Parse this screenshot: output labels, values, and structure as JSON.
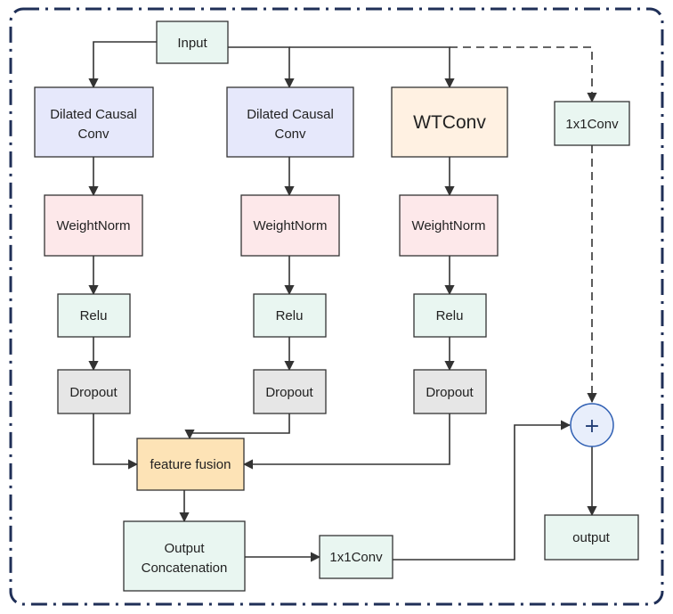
{
  "diagram": {
    "input": "Input",
    "branch1": {
      "conv": [
        "Dilated Causal",
        "Conv"
      ],
      "weightnorm": "WeightNorm",
      "relu": "Relu",
      "dropout": "Dropout"
    },
    "branch2": {
      "conv": [
        "Dilated Causal",
        "Conv"
      ],
      "weightnorm": "WeightNorm",
      "relu": "Relu",
      "dropout": "Dropout"
    },
    "branch3": {
      "conv": "WTConv",
      "weightnorm": "WeightNorm",
      "relu": "Relu",
      "dropout": "Dropout"
    },
    "residual_conv": "1x1Conv",
    "feature_fusion": "feature fusion",
    "output_concat": [
      "Output",
      "Concatenation"
    ],
    "post_conv": "1x1Conv",
    "add_symbol": "+",
    "output": "output"
  },
  "colors": {
    "frame": "#1f2f57",
    "mint": "#e9f6f1",
    "lavender": "#e6e8fb",
    "pink": "#fde8ea",
    "peach": "#fff1e2",
    "gray": "#e6e6e6",
    "orange": "#fde3b6",
    "circle": "#e8eefb",
    "circle_stroke": "#2f5fb3",
    "stroke": "#333333"
  }
}
